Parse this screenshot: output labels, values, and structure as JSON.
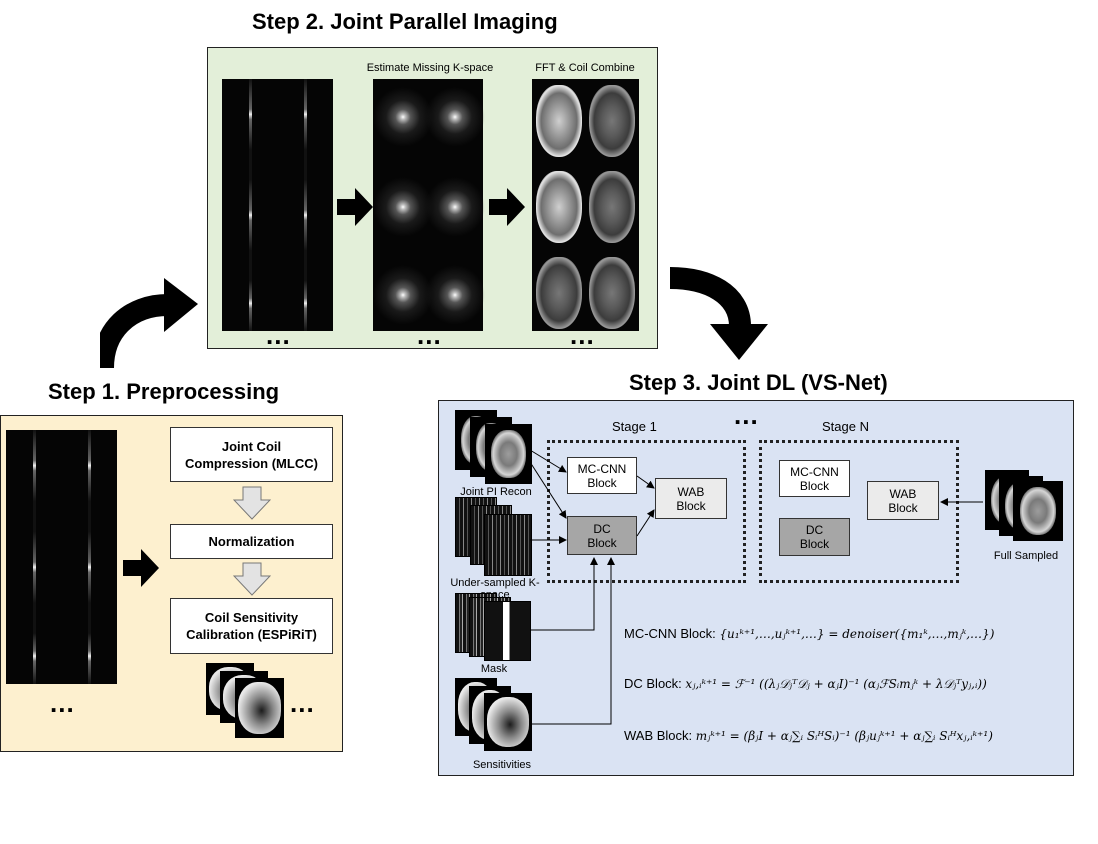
{
  "titles": {
    "step2": "Step 2. Joint Parallel Imaging",
    "step1": "Step 1. Preprocessing",
    "step3": "Step 3. Joint DL (VS-Net)"
  },
  "step2": {
    "kspace_label": "Estimate Missing K-space",
    "fft_label": "FFT & Coil Combine",
    "ellipsis": "..."
  },
  "step1": {
    "box1": "Joint Coil Compression (MLCC)",
    "box2": "Normalization",
    "box3": "Coil Sensitivity Calibration (ESPiRiT)",
    "ellipsis": "..."
  },
  "step3": {
    "stage1": "Stage 1",
    "stageN": "Stage N",
    "ellipsis": "...",
    "mc_cnn_block": "MC-CNN Block",
    "dc_block": "DC Block",
    "wab_block": "WAB Block",
    "inputs": {
      "joint_pi": "Joint PI Recon",
      "undersampled": "Under-sampled K-space",
      "mask": "Mask",
      "sensitivities": "Sensitivities",
      "full_sampled": "Full Sampled"
    },
    "equations": {
      "mc_cnn_label": "MC-CNN Block:",
      "mc_cnn_formula": "{u₁ᵏ⁺¹,…,uⱼᵏ⁺¹,…} = denoiser({m₁ᵏ,…,mⱼᵏ,…})",
      "dc_label": "DC Block:",
      "dc_formula": "xⱼ,ᵢᵏ⁺¹ = ℱ⁻¹ ((λⱼ𝒟ⱼᵀ𝒟ⱼ + αⱼI)⁻¹ (αⱼℱSᵢmⱼᵏ + λ𝒟ⱼᵀyⱼ,ᵢ))",
      "wab_label": "WAB Block:",
      "wab_formula": "mⱼᵏ⁺¹ = (βⱼI + αⱼ∑ᵢ SᵢᴴSᵢ)⁻¹ (βⱼuⱼᵏ⁺¹ + αⱼ∑ᵢ Sᵢᴴxⱼ,ᵢᵏ⁺¹)"
    }
  },
  "colors": {
    "step2_bg": "#e3efd9",
    "step1_bg": "#fdf0cf",
    "step3_bg": "#dae3f3",
    "dc_block_fill": "#a6a6a6",
    "wab_block_fill": "#ebebeb"
  },
  "icons": [
    "right-arrow-icon",
    "curved-arrow-icon",
    "down-arrow-icon"
  ]
}
